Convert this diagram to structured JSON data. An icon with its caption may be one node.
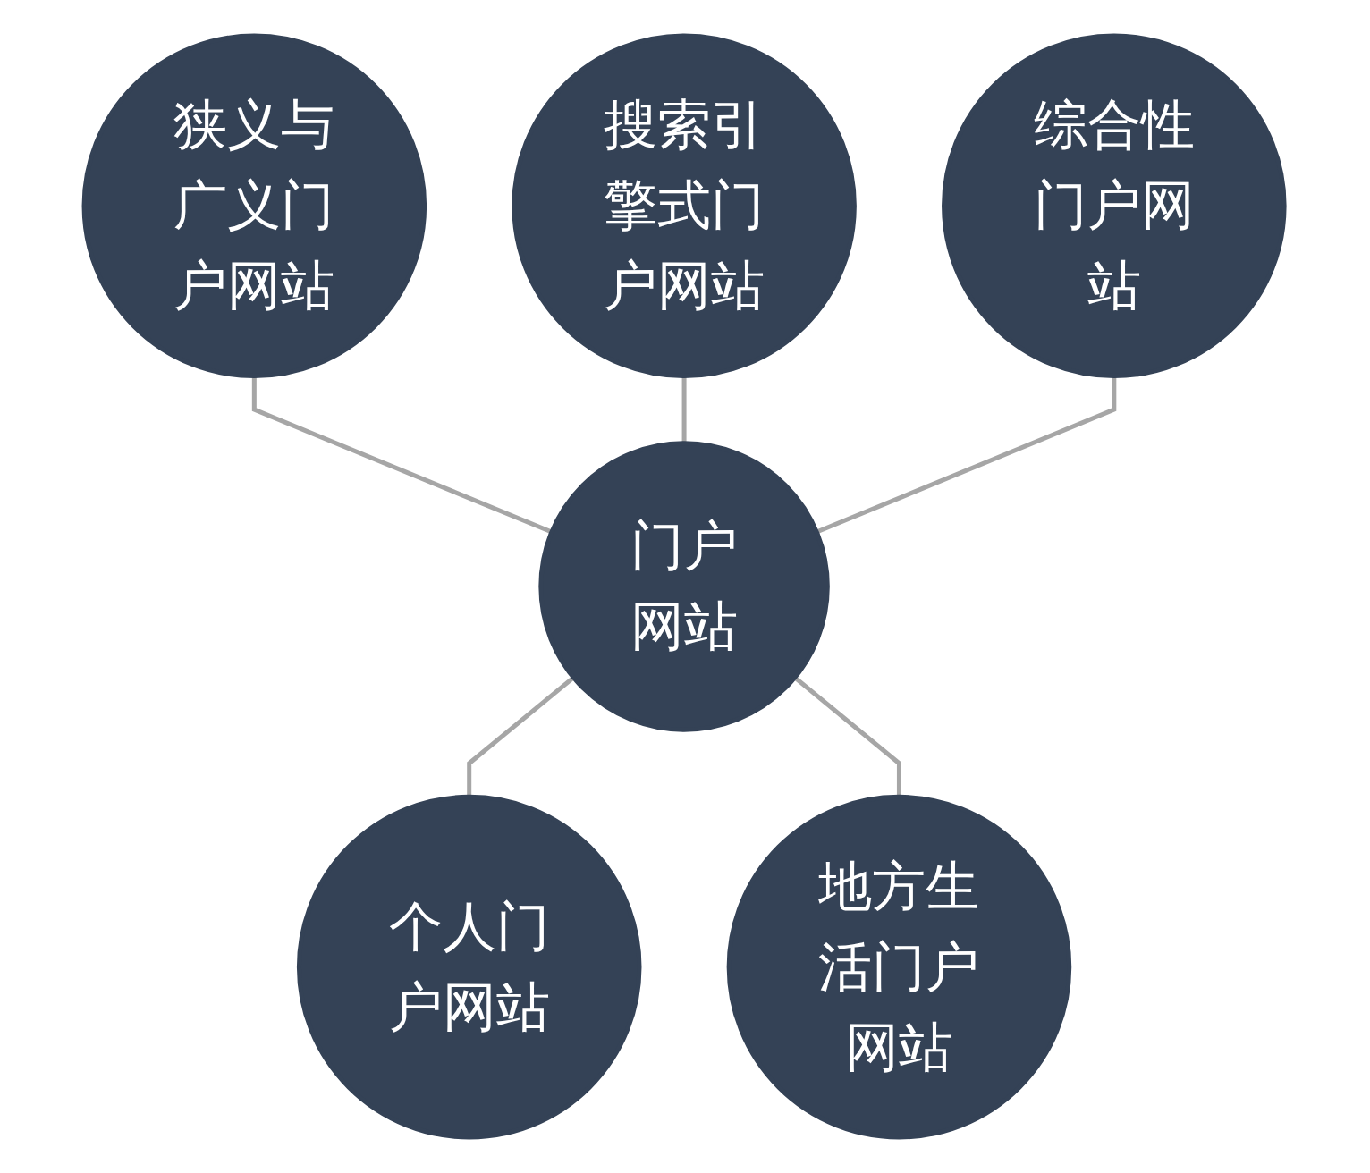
{
  "diagram": {
    "nodes": [
      {
        "text": [
          "门户网站"
        ]
      },
      {
        "text": [
          "搜索引擎式门户网站"
        ]
      },
      {
        "text": [
          "综合性门户网站"
        ]
      },
      {
        "text": [
          "地方生活门户网站"
        ]
      },
      {
        "text": [
          "个人门户网站"
        ]
      },
      {
        "text": [
          "狭义与广义门户网站"
        ]
      }
    ],
    "edges": [
      {
        "from": 5,
        "to": 0,
        "arrow": "none"
      },
      {
        "from": 1,
        "to": 0,
        "arrow": "none"
      },
      {
        "from": 2,
        "to": 0,
        "arrow": "none"
      },
      {
        "from": 0,
        "to": 4,
        "arrow": "none"
      },
      {
        "from": 0,
        "to": 3,
        "arrow": "none"
      }
    ]
  }
}
